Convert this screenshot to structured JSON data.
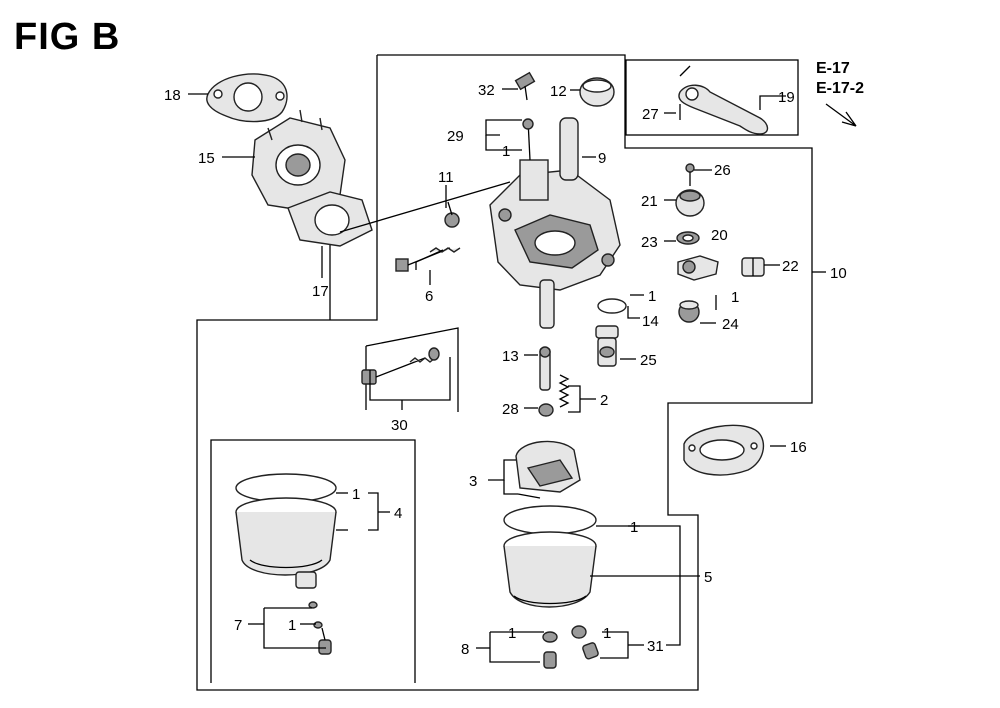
{
  "figure": {
    "title": "FIG B",
    "references": [
      "E-17",
      "E-17-2"
    ]
  },
  "callouts": {
    "c1a": "1",
    "c1b": "1",
    "c1c": "1",
    "c1d": "1",
    "c1e": "1",
    "c1f": "1",
    "c1g": "1",
    "c1h": "1",
    "c2": "2",
    "c3": "3",
    "c4": "4",
    "c5": "5",
    "c6": "6",
    "c7": "7",
    "c8": "8",
    "c9": "9",
    "c10": "10",
    "c11": "11",
    "c12": "12",
    "c13": "13",
    "c14": "14",
    "c15": "15",
    "c16": "16",
    "c17": "17",
    "c18": "18",
    "c19": "19",
    "c20": "20",
    "c21": "21",
    "c22": "22",
    "c23": "23",
    "c24": "24",
    "c25": "25",
    "c26": "26",
    "c27": "27",
    "c28": "28",
    "c29": "29",
    "c30": "30",
    "c31": "31",
    "c32": "32"
  }
}
